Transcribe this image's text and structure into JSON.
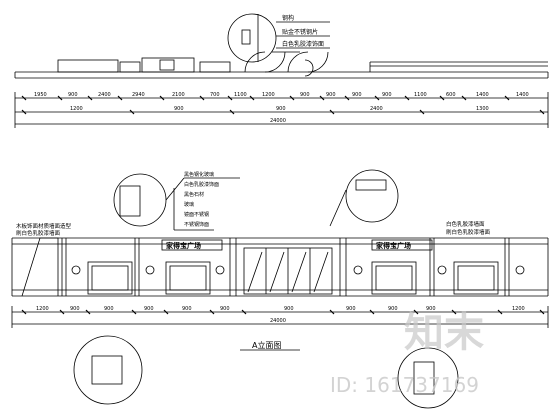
{
  "top_section": {
    "callout_lines": [
      "钢构",
      "贴金不锈钢片",
      "白色乳胶漆饰面"
    ],
    "dimensions_row1": [
      "1950",
      "900",
      "2400",
      "2940",
      "2100",
      "700",
      "1100",
      "1200",
      "900",
      "900",
      "900",
      "900",
      "1100",
      "600",
      "1400",
      "1400"
    ],
    "dimensions_row2": [
      "1200",
      "900",
      "900",
      "2400",
      "1300"
    ],
    "total": "24000"
  },
  "elevation": {
    "sign_text": "家得宝广场",
    "left_notes": [
      "木板饰面材质墙面造型",
      "刷白色乳胶漆墙面"
    ],
    "center_notes": [
      "黑色钢化玻璃",
      "白色乳胶漆饰面",
      "黑色石材",
      "玻璃",
      "镜面不锈钢",
      "不锈钢饰面"
    ],
    "right_notes": [
      "白色乳胶漆墙面",
      "刷白色乳胶漆墙面"
    ],
    "bottom_dimensions": [
      "1200",
      "900",
      "900",
      "900",
      "900",
      "900",
      "900",
      "900",
      "900",
      "900",
      "1200"
    ],
    "total": "24000",
    "title": "A立面图"
  },
  "watermark": {
    "logo_text": "知末",
    "id_text": "ID: 161737169"
  }
}
